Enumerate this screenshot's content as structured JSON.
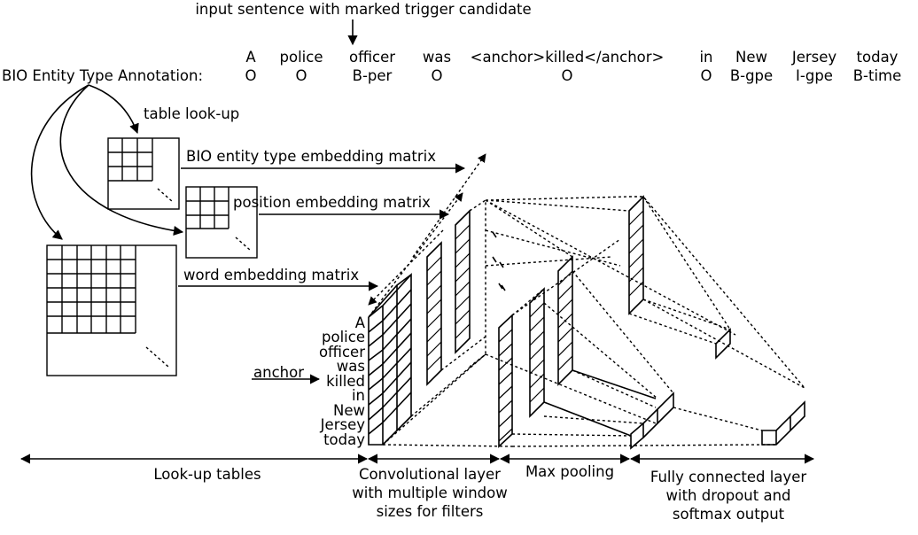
{
  "header": {
    "input_label": "input sentence with marked trigger candidate",
    "bio_label": "BIO Entity Type Annotation:"
  },
  "tokens": [
    "A",
    "police",
    "officer",
    "was",
    "<anchor>killed</anchor>",
    "in",
    "New",
    "Jersey",
    "today"
  ],
  "bio_tags": [
    "O",
    "O",
    "B-per",
    "O",
    "O",
    "O",
    "B-gpe",
    "I-gpe",
    "B-time"
  ],
  "labels": {
    "table_lookup": "table look-up",
    "bio_matrix": "BIO entity type embedding matrix",
    "position_matrix": "position embedding matrix",
    "word_matrix": "word embedding matrix",
    "anchor": "anchor"
  },
  "stack_words": [
    "A",
    "police",
    "officer",
    "was",
    "killed",
    "in",
    "New",
    "Jersey",
    "today"
  ],
  "stages": {
    "lookup": "Look-up tables",
    "conv": [
      "Convolutional layer",
      "with multiple window",
      "sizes for filters"
    ],
    "pool": "Max pooling",
    "fc": [
      "Fully connected layer",
      "with dropout and",
      "softmax output"
    ]
  }
}
